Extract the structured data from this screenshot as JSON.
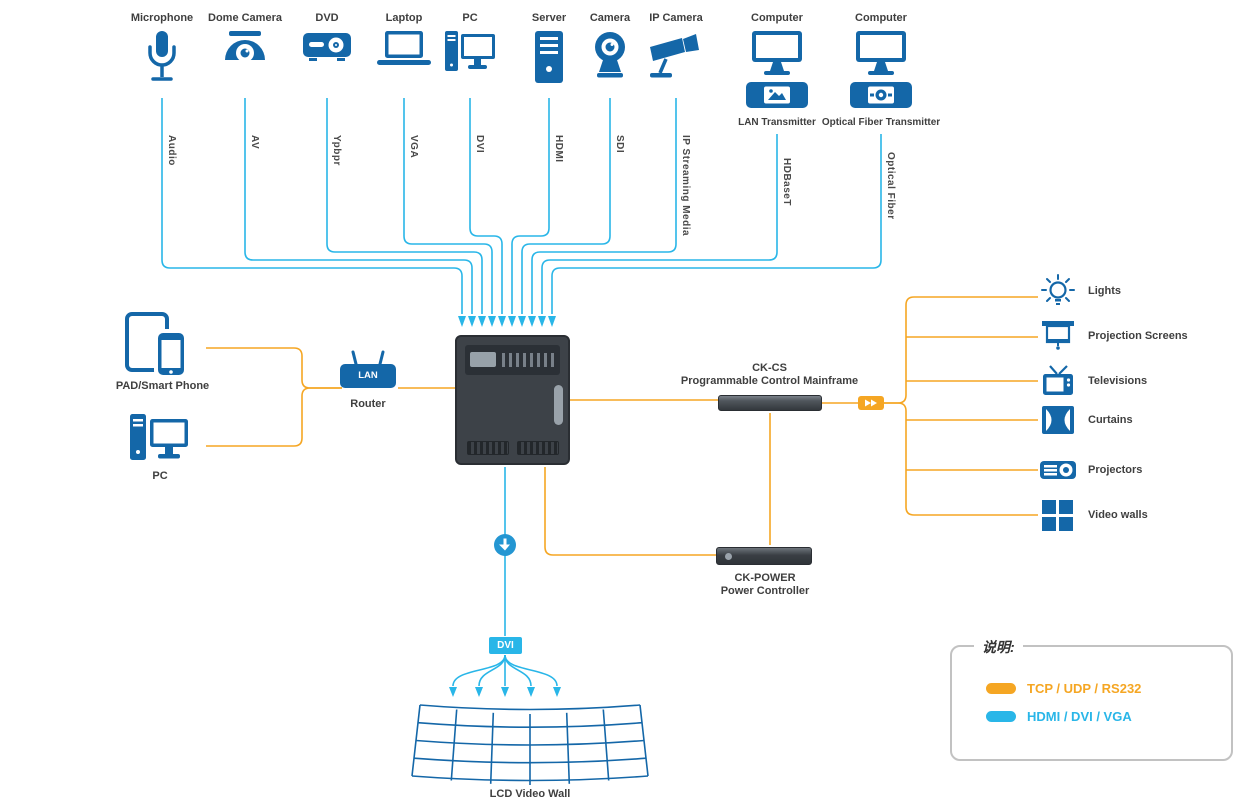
{
  "colors": {
    "device_blue": "#1467a8",
    "cyan_line": "#29b6e8",
    "orange_line": "#f5a623"
  },
  "devices_top": [
    {
      "label": "Microphone",
      "cable": "Audio",
      "icon": "microphone-icon"
    },
    {
      "label": "Dome Camera",
      "cable": "AV",
      "icon": "dome-camera-icon"
    },
    {
      "label": "DVD",
      "cable": "Ypbpr",
      "icon": "dvd-player-icon"
    },
    {
      "label": "Laptop",
      "cable": "VGA",
      "icon": "laptop-icon"
    },
    {
      "label": "PC",
      "cable": "DVI",
      "icon": "pc-icon"
    },
    {
      "label": "Server",
      "cable": "HDMI",
      "icon": "server-icon"
    },
    {
      "label": "Camera",
      "cable": "SDI",
      "icon": "camera-icon"
    },
    {
      "label": "IP Camera",
      "cable": "IP Streaming Media",
      "icon": "ip-camera-icon"
    },
    {
      "label": "Computer",
      "sub_label": "LAN Transmitter",
      "cable": "HDBaseT",
      "icon": "computer-icon"
    },
    {
      "label": "Computer",
      "sub_label": "Optical Fiber Transmitter",
      "cable": "Optical Fiber",
      "icon": "computer-icon"
    }
  ],
  "left_side": {
    "pad_label": "PAD/Smart Phone",
    "pc_label": "PC",
    "router_label": "Router",
    "router_badge": "LAN"
  },
  "control_mainframe": {
    "name": "CK-CS",
    "desc": "Programmable Control Mainframe"
  },
  "power_controller": {
    "name": "CK-POWER",
    "desc": "Power Controller"
  },
  "outputs_right": [
    {
      "label": "Lights",
      "icon": "lights-icon"
    },
    {
      "label": "Projection Screens",
      "icon": "projection-screen-icon"
    },
    {
      "label": "Televisions",
      "icon": "television-icon"
    },
    {
      "label": "Curtains",
      "icon": "curtains-icon"
    },
    {
      "label": "Projectors",
      "icon": "projector-icon"
    },
    {
      "label": "Video walls",
      "icon": "video-wall-icon"
    }
  ],
  "bottom_output": {
    "connector_label": "DVI",
    "wall_label": "LCD Video Wall"
  },
  "legend": {
    "title": "说明:",
    "items": [
      {
        "label": "TCP / UDP / RS232",
        "color": "#f5a623"
      },
      {
        "label": "HDMI / DVI / VGA",
        "color": "#29b6e8"
      }
    ]
  }
}
